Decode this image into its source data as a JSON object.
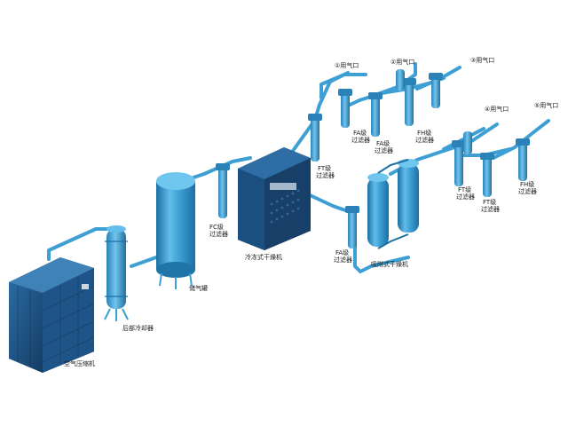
{
  "colors": {
    "pipe": "#3d9fd3",
    "pipe_dark": "#1f74a8",
    "tank_light": "#62bdea",
    "tank_dark": "#1c6fa3",
    "cabinet": "#1b4f80",
    "cabinet_dark": "#0f2c4a",
    "label": "#1a1a1a"
  },
  "labels": {
    "compressor": "空气压缩机",
    "aftercooler": "后部冷却器",
    "receiver": "储气罐",
    "fc_filter_1": "FC级",
    "fc_filter_2": "过滤器",
    "refrig_dryer": "冷冻式干燥机",
    "ft_filter_a_1": "FT级",
    "ft_filter_a_2": "过滤器",
    "fa_filter_a_1": "FA级",
    "fa_filter_a_2": "过滤器",
    "fa_filter_b_1": "FA级",
    "fa_filter_b_2": "过滤器",
    "fh_filter_a_1": "FH级",
    "fh_filter_a_2": "过滤器",
    "fa_filter_c_1": "FA级",
    "fa_filter_c_2": "过滤器",
    "adsorp_dryer": "吸附式干燥机",
    "ft_filter_b_1": "FT级",
    "ft_filter_b_2": "过滤器",
    "ft_filter_c_1": "FT级",
    "ft_filter_c_2": "过滤器",
    "fh_filter_b_1": "FH级",
    "fh_filter_b_2": "过滤器",
    "outlet_1": "①用气口",
    "outlet_2": "②用气口",
    "outlet_3": "③用气口",
    "outlet_4": "④用气口",
    "outlet_5": "⑤用气口"
  }
}
